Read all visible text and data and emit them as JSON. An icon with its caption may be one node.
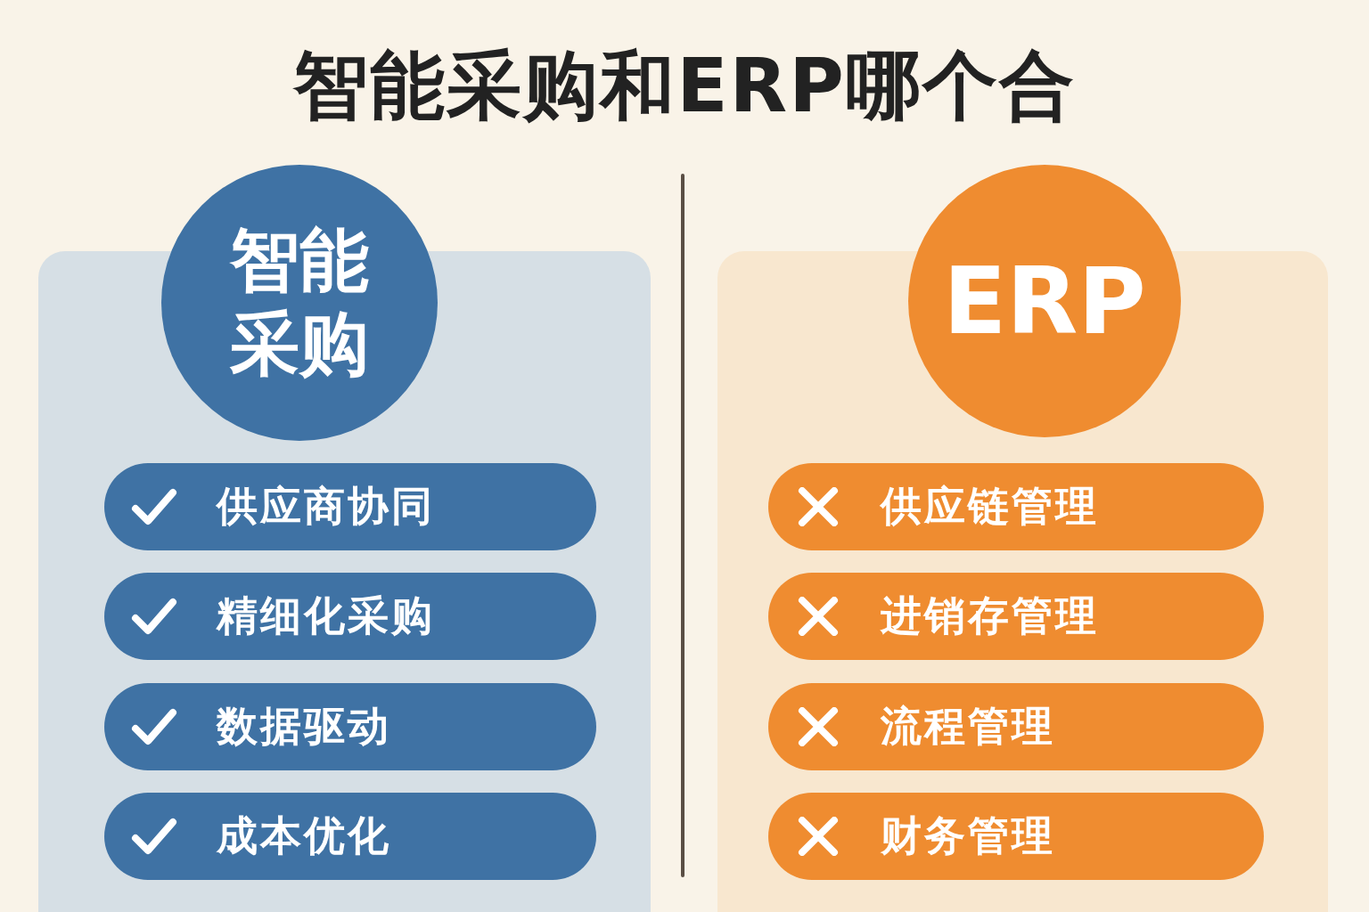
{
  "diagram": {
    "title": "智能采购和ERP哪个合",
    "nodes": [
      {
        "text": [
          "智能采购"
        ]
      },
      {
        "text": [
          "供应商协同"
        ]
      },
      {
        "text": [
          "精细化采购"
        ]
      },
      {
        "text": [
          "数据驱动"
        ]
      },
      {
        "text": [
          "成本优化"
        ]
      },
      {
        "text": [
          "ERP"
        ]
      },
      {
        "text": [
          "供应链管理"
        ]
      },
      {
        "text": [
          "进销存管理"
        ]
      },
      {
        "text": [
          "流程管理"
        ]
      },
      {
        "text": [
          "财务管理"
        ]
      }
    ],
    "edges": []
  }
}
